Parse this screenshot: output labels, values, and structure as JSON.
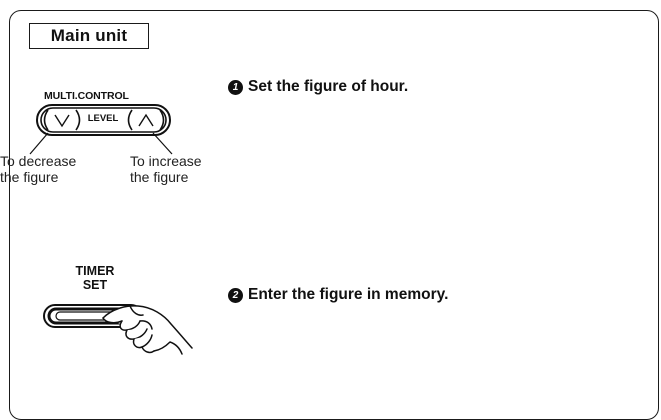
{
  "unit_label": "Main unit",
  "multi_control": {
    "title": "MULTI.CONTROL",
    "level_label": "LEVEL",
    "down_symbol": "∨",
    "up_symbol": "∧",
    "decrease_caption": [
      "To decrease",
      "the figure"
    ],
    "increase_caption": [
      "To increase",
      "the figure"
    ]
  },
  "timer_button": {
    "label_line1": "TIMER",
    "label_line2": "SET"
  },
  "steps": [
    {
      "marker": "1",
      "text": "Set the figure of hour."
    },
    {
      "marker": "2",
      "text": "Enter the figure in memory."
    }
  ],
  "icons": {
    "hand": "pressing-hand-icon",
    "level_buttons": "up-down-arrow-button-icon"
  },
  "colors": {
    "ink": "#111111",
    "background": "#ffffff"
  }
}
